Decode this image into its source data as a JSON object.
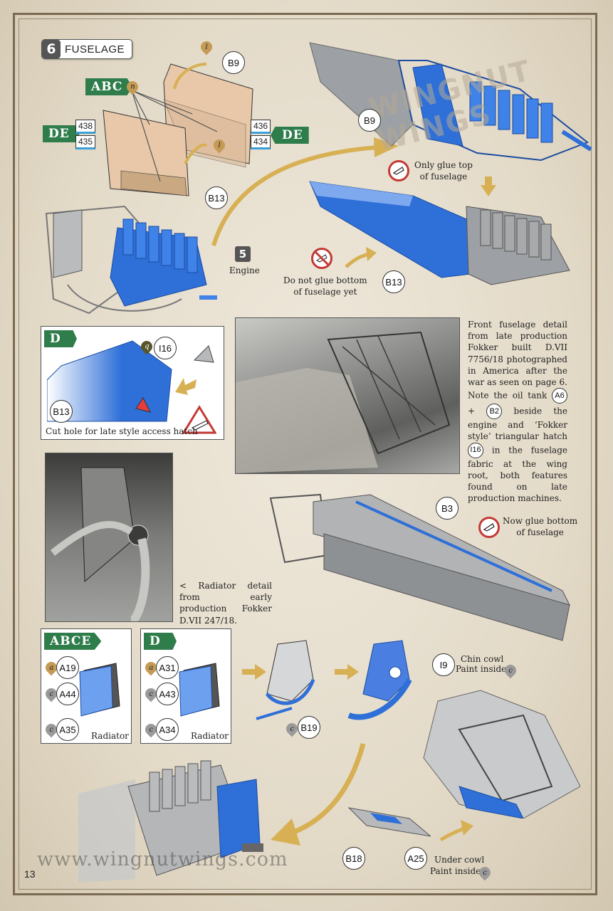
{
  "header": {
    "step_number": "6",
    "step_title": "FUSELAGE"
  },
  "version_tags": {
    "abc": "ABC",
    "de_left": "DE",
    "de_right": "DE",
    "d_box1": "D",
    "abce": "ABCE",
    "d_box2": "D"
  },
  "parts": {
    "b9_top": "B9",
    "b9_mid": "B9",
    "b13_left": "B13",
    "b13_right": "B13",
    "b13_box": "B13",
    "p438": "438",
    "p435": "435",
    "p436": "436",
    "p434": "434",
    "i16": "I16",
    "b3": "B3",
    "a19": "A19",
    "a44": "A44",
    "a35": "A35",
    "a31": "A31",
    "a43": "A43",
    "a34": "A34",
    "b19": "B19",
    "i9": "I9",
    "b18": "B18",
    "a25": "A25",
    "a6": "A6",
    "b2": "B2",
    "i16_inline": "I16"
  },
  "paints": {
    "l1": "l",
    "l2": "l",
    "n": "n",
    "q": "q",
    "a1": "a",
    "c1": "c",
    "c2": "c",
    "a2": "a",
    "c3": "c",
    "c4": "c",
    "c5": "c",
    "c6": "c",
    "c7": "c"
  },
  "labels": {
    "engine_step": "5",
    "engine": "Engine",
    "only_glue_top": "Only glue top\nof fuselage",
    "do_not_glue": "Do not glue bottom\nof fuselage yet",
    "now_glue_bottom": "Now glue bottom\nof fuselage",
    "cut_hole": "Cut hole for late style access hatch",
    "radiator1": "Radiator",
    "radiator2": "Radiator",
    "chin_cowl": "Chin cowl",
    "paint_inside1": "Paint inside",
    "under_cowl": "Under cowl",
    "paint_inside2": "Paint inside",
    "watermark": "WINGNUT WINGS"
  },
  "captions": {
    "front_detail_1": "Front fuselage detail from late production Fokker built D.VII 7756/18 photographed in America after the war as seen on page 6. Note the oil tank",
    "front_detail_plus": "+",
    "front_detail_2": "beside the engine and ‘Fokker style’ triangular hatch",
    "front_detail_3": "in the fuselage fabric at the wing root, both features found on late production machines.",
    "radiator_detail": "< Radiator detail from early production Fokker D.VII 247/18."
  },
  "footer": {
    "website": "www.wingnutwings.com",
    "page_number": "13"
  },
  "colors": {
    "part_blue": "#2e6fd8",
    "tag_green": "#2f7d4b",
    "no_glue_red": "#c43a35",
    "paint_brown": "#c49a55",
    "paint_olive": "#57562a",
    "paint_gray": "#9a9a9a",
    "arrow_gold": "#d8b054"
  }
}
